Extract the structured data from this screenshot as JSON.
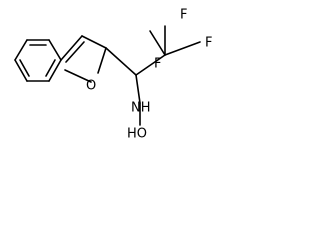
{
  "molecule": {
    "atoms": {
      "f_top": "F",
      "f_right": "F",
      "f_left": "F",
      "ring_oxygen": "O",
      "nh": "NH",
      "hydroxyl": "HO"
    }
  }
}
